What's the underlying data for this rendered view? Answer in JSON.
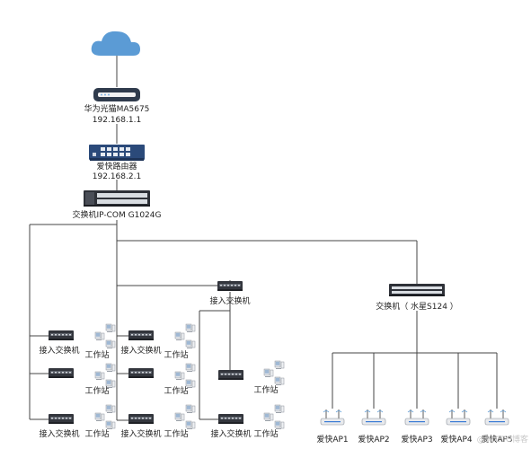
{
  "nodes": {
    "modem_name": "华为光猫MA5675",
    "modem_ip": "192.168.1.1",
    "router_name": "爱快路由器",
    "router_ip": "192.168.2.1",
    "core_switch": "交换机IP-COM G1024G",
    "mid_access_switch": "接入交换机",
    "right_switch": "交换机（ 水星S124 ）"
  },
  "left_column": [
    {
      "switch_label": "接入交换机",
      "ws_label": "工作站"
    },
    {
      "switch_label": "",
      "ws_label": "工作站"
    },
    {
      "switch_label": "接入交换机",
      "ws_label": "工作站"
    }
  ],
  "mid_column": [
    {
      "switch_label": "接入交换机",
      "ws_label": "工作站"
    },
    {
      "switch_label": "",
      "ws_label": "工作站"
    },
    {
      "switch_label": "接入交换机",
      "ws_label": "工作站"
    }
  ],
  "sub_column": [
    {
      "switch_label": "",
      "ws_label": "工作站"
    },
    {
      "switch_label": "接入交换机",
      "ws_label": "工作站"
    }
  ],
  "aps": [
    "爱快AP1",
    "爱快AP2",
    "爱快AP3",
    "爱快AP4",
    "爱快AP5"
  ],
  "watermark": "@51CTO博客",
  "colors": {
    "cloud": "#5b9bd5",
    "device_dark": "#2f3b4c",
    "router_blue": "#2b4a7a",
    "wire": "#444444"
  }
}
